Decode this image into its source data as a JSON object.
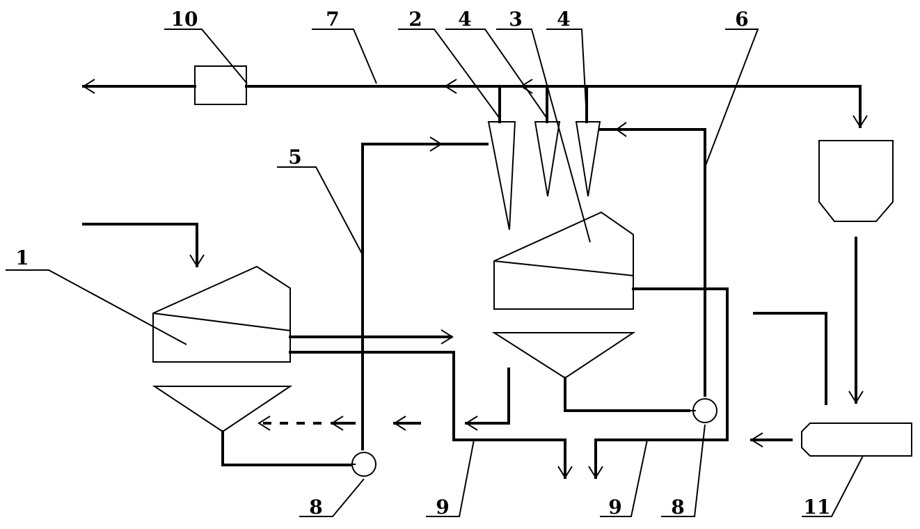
{
  "labels": {
    "l1": "1",
    "l2": "2",
    "l3": "3",
    "l4a": "4",
    "l4b": "4",
    "l5": "5",
    "l6": "6",
    "l7": "7",
    "l8a": "8",
    "l8b": "8",
    "l9a": "9",
    "l9b": "9",
    "l10": "10",
    "l11": "11"
  }
}
